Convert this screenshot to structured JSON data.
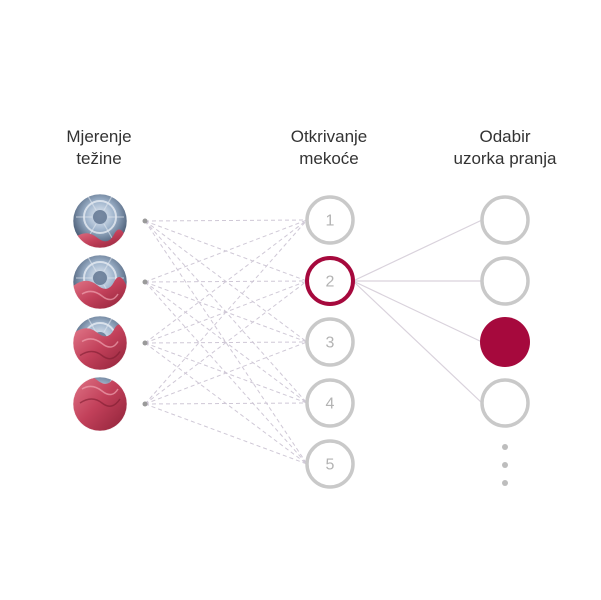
{
  "columns": {
    "weight": {
      "title": "Mjerenje\ntežine"
    },
    "softness": {
      "title": "Otkrivanje\nmekoće"
    },
    "pattern": {
      "title": "Odabir\nuzorka pranja"
    }
  },
  "weight_levels": [
    {
      "name": "load-level-1",
      "fabric_fill": 0.25
    },
    {
      "name": "load-level-2",
      "fabric_fill": 0.5
    },
    {
      "name": "load-level-3",
      "fabric_fill": 0.75
    },
    {
      "name": "load-level-4",
      "fabric_fill": 1.0
    }
  ],
  "softness_nodes": [
    {
      "label": "1",
      "selected": false
    },
    {
      "label": "2",
      "selected": true
    },
    {
      "label": "3",
      "selected": false
    },
    {
      "label": "4",
      "selected": false
    },
    {
      "label": "5",
      "selected": false
    }
  ],
  "pattern_nodes": [
    {
      "selected": false
    },
    {
      "selected": false
    },
    {
      "selected": true
    },
    {
      "selected": false
    }
  ],
  "more_indicator": "ellipsis-vertical",
  "colors": {
    "accent": "#a6093d",
    "node_ring": "#c9c9c9",
    "node_label": "#b3b3b3",
    "dashed_line": "#cfc8d6",
    "solid_line": "#d9d2dc",
    "fabric": "#c2405a",
    "drum": "#8aa3c0",
    "dot": "#bdbdbd"
  }
}
